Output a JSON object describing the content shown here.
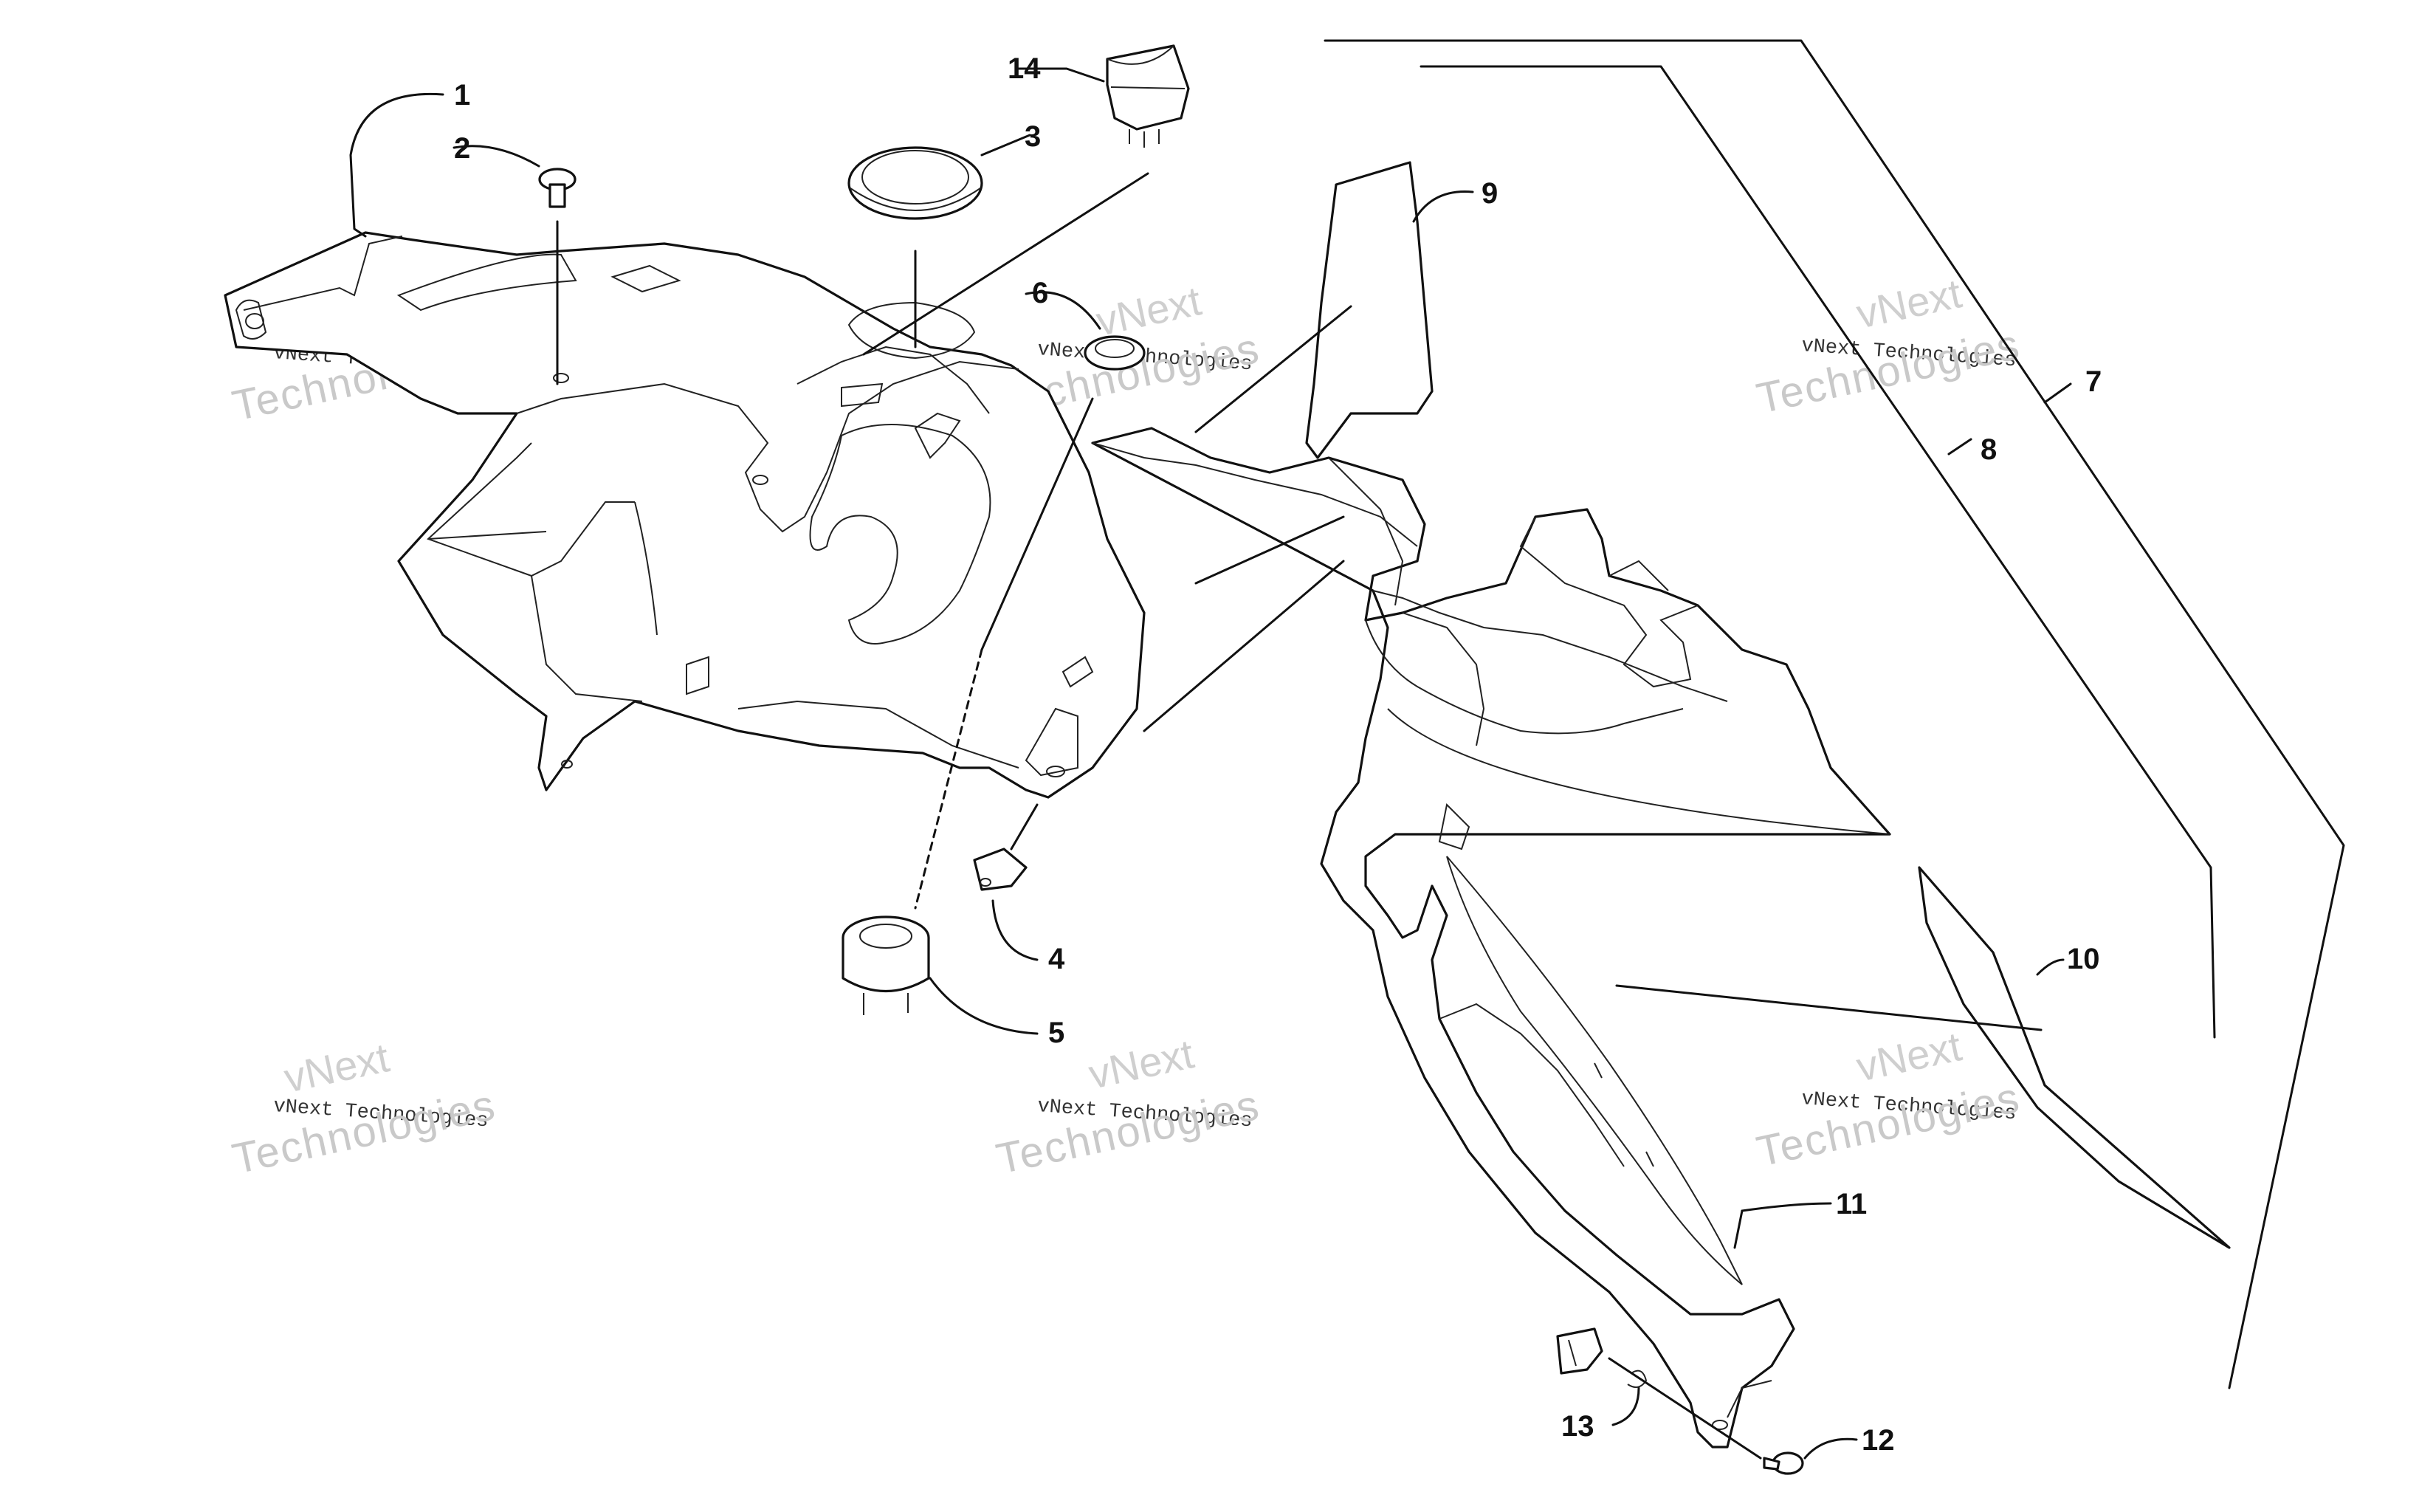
{
  "callouts": [
    "1",
    "2",
    "3",
    "4",
    "5",
    "6",
    "7",
    "8",
    "9",
    "10",
    "11",
    "12",
    "13",
    "14"
  ],
  "watermark": {
    "brand_top": "vNext",
    "brand_line": "vNext Technologies",
    "brand_bottom": "Technologies"
  }
}
